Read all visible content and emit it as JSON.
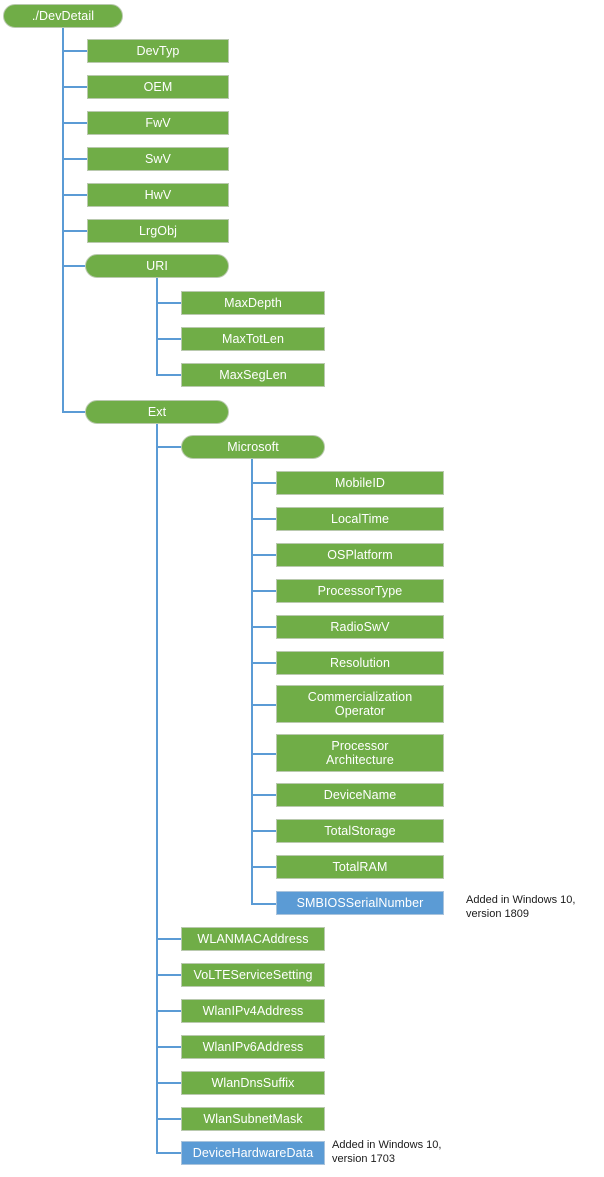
{
  "diagram": {
    "title": "./DevDetail",
    "colors": {
      "node_green": "#70AD47",
      "node_blue": "#5B9BD5",
      "connector": "#5B9BD5",
      "node_border": "#B9C9AE",
      "node_text": "#FFFFFF",
      "annotation_text": "#1A1A1A",
      "background": "#FFFFFF"
    },
    "root": {
      "label": "./DevDetail"
    },
    "level1": [
      {
        "label": "DevTyp",
        "shape": "rect"
      },
      {
        "label": "OEM",
        "shape": "rect"
      },
      {
        "label": "FwV",
        "shape": "rect"
      },
      {
        "label": "SwV",
        "shape": "rect"
      },
      {
        "label": "HwV",
        "shape": "rect"
      },
      {
        "label": "LrgObj",
        "shape": "rect"
      },
      {
        "label": "URI",
        "shape": "pill"
      },
      {
        "label": "Ext",
        "shape": "pill"
      }
    ],
    "uri_children": [
      {
        "label": "MaxDepth"
      },
      {
        "label": "MaxTotLen"
      },
      {
        "label": "MaxSegLen"
      }
    ],
    "ext_children": [
      {
        "label": "Microsoft",
        "shape": "pill",
        "color": "green"
      },
      {
        "label": "WLANMACAddress",
        "shape": "rect",
        "color": "green"
      },
      {
        "label": "VoLTEServiceSetting",
        "shape": "rect",
        "color": "green"
      },
      {
        "label": "WlanIPv4Address",
        "shape": "rect",
        "color": "green"
      },
      {
        "label": "WlanIPv6Address",
        "shape": "rect",
        "color": "green"
      },
      {
        "label": "WlanDnsSuffix",
        "shape": "rect",
        "color": "green"
      },
      {
        "label": "WlanSubnetMask",
        "shape": "rect",
        "color": "green"
      },
      {
        "label": "DeviceHardwareData",
        "shape": "rect",
        "color": "blue"
      }
    ],
    "microsoft_children": [
      {
        "label": "MobileID",
        "color": "green"
      },
      {
        "label": "LocalTime",
        "color": "green"
      },
      {
        "label": "OSPlatform",
        "color": "green"
      },
      {
        "label": "ProcessorType",
        "color": "green"
      },
      {
        "label": "RadioSwV",
        "color": "green"
      },
      {
        "label": "Resolution",
        "color": "green"
      },
      {
        "label": "Commercialization\nOperator",
        "color": "green"
      },
      {
        "label": "Processor\nArchitecture",
        "color": "green"
      },
      {
        "label": "DeviceName",
        "color": "green"
      },
      {
        "label": "TotalStorage",
        "color": "green"
      },
      {
        "label": "TotalRAM",
        "color": "green"
      },
      {
        "label": "SMBIOSSerialNumber",
        "color": "blue"
      }
    ],
    "annotations": [
      {
        "text": "Added in Windows 10,\nversion 1809",
        "target": "SMBIOSSerialNumber"
      },
      {
        "text": "Added in Windows 10,\nversion 1703",
        "target": "DeviceHardwareData"
      }
    ]
  }
}
